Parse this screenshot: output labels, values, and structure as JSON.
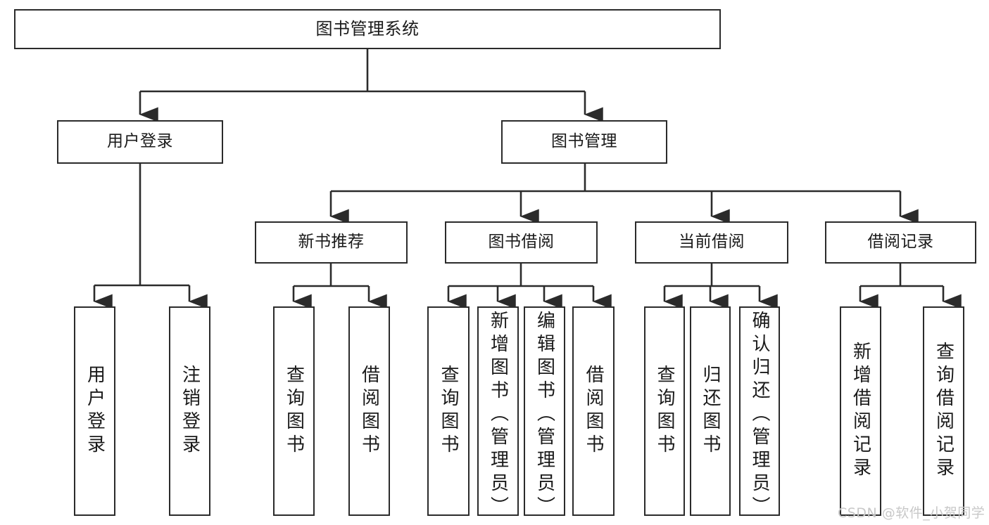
{
  "diagram": {
    "title": "图书管理系统",
    "level1": {
      "id": "root",
      "label": "图书管理系统"
    },
    "level2": [
      {
        "id": "user-login",
        "label": "用户登录"
      },
      {
        "id": "book-management",
        "label": "图书管理"
      }
    ],
    "level3": [
      {
        "id": "new-book-recommend",
        "label": "新书推荐",
        "parent": "book-management"
      },
      {
        "id": "book-borrow",
        "label": "图书借阅",
        "parent": "book-management"
      },
      {
        "id": "current-borrow",
        "label": "当前借阅",
        "parent": "book-management"
      },
      {
        "id": "borrow-record",
        "label": "借阅记录",
        "parent": "book-management"
      }
    ],
    "leaves": [
      {
        "id": "leaf-user-login",
        "label": "用户登录",
        "parent": "user-login"
      },
      {
        "id": "leaf-logout-login",
        "label": "注销登录",
        "parent": "user-login"
      },
      {
        "id": "leaf-query-book-1",
        "label": "查询图书",
        "parent": "new-book-recommend"
      },
      {
        "id": "leaf-borrow-book-1",
        "label": "借阅图书",
        "parent": "new-book-recommend"
      },
      {
        "id": "leaf-query-book-2",
        "label": "查询图书",
        "parent": "book-borrow"
      },
      {
        "id": "leaf-add-book",
        "label": "新增图书（管理员）",
        "parent": "book-borrow"
      },
      {
        "id": "leaf-edit-book",
        "label": "编辑图书（管理员）",
        "parent": "book-borrow"
      },
      {
        "id": "leaf-borrow-book-2",
        "label": "借阅图书",
        "parent": "book-borrow"
      },
      {
        "id": "leaf-query-book-3",
        "label": "查询图书",
        "parent": "current-borrow"
      },
      {
        "id": "leaf-return-book",
        "label": "归还图书",
        "parent": "current-borrow"
      },
      {
        "id": "leaf-confirm-return",
        "label": "确认归还（管理员）",
        "parent": "current-borrow"
      },
      {
        "id": "leaf-add-record",
        "label": "新增借阅记录",
        "parent": "borrow-record"
      },
      {
        "id": "leaf-query-record",
        "label": "查询借阅记录",
        "parent": "borrow-record"
      }
    ],
    "colors": {
      "stroke": "#2b2b2b",
      "text": "#1a1a1a",
      "background": "#ffffff",
      "watermark": "#c8c8c8"
    }
  },
  "watermark": {
    "text": "CSDN @软件_小贺同学"
  }
}
